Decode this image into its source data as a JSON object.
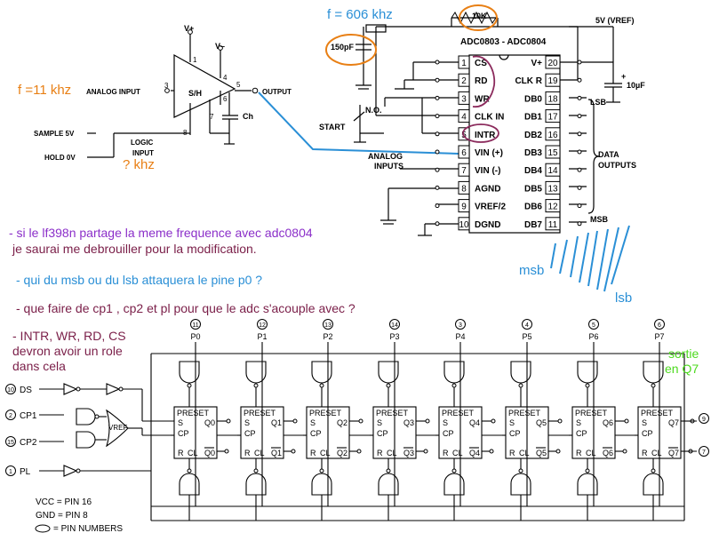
{
  "annotations": {
    "adc_freq": "f = 606 khz",
    "sh_freq": "f =11 khz",
    "logic_freq": "? khz",
    "question1_line1": "- si le lf398n partage la meme frequence avec adc0804",
    "question1_line2": "je saurai me debrouiller pour la modification.",
    "question2": "- qui du msb ou du lsb attaquera le pine p0 ?",
    "question3": "- que faire de cp1 , cp2 et pl pour que le adc s'acouple avec ?",
    "question4_line1": "- INTR, WR, RD, CS",
    "question4_line2": "devron avoir un role",
    "question4_line3": "dans cela",
    "msb_note": "msb",
    "lsb_note": "lsb",
    "sortie_line1": "sortie",
    "sortie_line2": "en Q7"
  },
  "colors": {
    "orange": "#e87f14",
    "blue": "#2a8fd6",
    "purple": "#7a1e48",
    "green": "#4cd91e",
    "wire": "#000000",
    "circle_purple": "#8b2a5c"
  },
  "sample_hold": {
    "chip_label": "S/H",
    "vplus": "V+",
    "vminus": "V–",
    "pin1": "1",
    "pin2": "3",
    "pin3": "4",
    "pin4": "5",
    "pin5": "6",
    "pin6": "7",
    "pin7": "8",
    "input_label": "ANALOG INPUT",
    "output_label": "OUTPUT",
    "cap_label": "Ch",
    "sample_label": "SAMPLE 5V",
    "hold_label": "HOLD 0V",
    "logic_line1": "LOGIC",
    "logic_line2": "INPUT"
  },
  "adc": {
    "title": "ADC0803 - ADC0804",
    "resistor": "10K",
    "capacitor": "150pF",
    "vref": "5V (VREF)",
    "cap10": "10µF",
    "start": "START",
    "no": "N.O.",
    "analog_inputs_1": "ANALOG",
    "analog_inputs_2": "INPUTS",
    "lsb": "LSB",
    "msb": "MSB",
    "data_outputs_1": "DATA",
    "data_outputs_2": "OUTPUTS",
    "left_pins": [
      {
        "num": "1",
        "name": "CS"
      },
      {
        "num": "2",
        "name": "RD"
      },
      {
        "num": "3",
        "name": "WR"
      },
      {
        "num": "4",
        "name": "CLK IN"
      },
      {
        "num": "5",
        "name": "INTR"
      },
      {
        "num": "6",
        "name": "VIN (+)"
      },
      {
        "num": "7",
        "name": "VIN (-)"
      },
      {
        "num": "8",
        "name": "AGND"
      },
      {
        "num": "9",
        "name": "VREF/2"
      },
      {
        "num": "10",
        "name": "DGND"
      }
    ],
    "right_pins": [
      {
        "num": "20",
        "name": "V+"
      },
      {
        "num": "19",
        "name": "CLK R"
      },
      {
        "num": "18",
        "name": "DB0"
      },
      {
        "num": "17",
        "name": "DB1"
      },
      {
        "num": "16",
        "name": "DB2"
      },
      {
        "num": "15",
        "name": "DB3"
      },
      {
        "num": "14",
        "name": "DB4"
      },
      {
        "num": "13",
        "name": "DB5"
      },
      {
        "num": "12",
        "name": "DB6"
      },
      {
        "num": "11",
        "name": "DB7"
      }
    ]
  },
  "shift_register": {
    "parallel_inputs": [
      {
        "pin": "11",
        "label": "P0"
      },
      {
        "pin": "12",
        "label": "P1"
      },
      {
        "pin": "13",
        "label": "P2"
      },
      {
        "pin": "14",
        "label": "P3"
      },
      {
        "pin": "3",
        "label": "P4"
      },
      {
        "pin": "4",
        "label": "P5"
      },
      {
        "pin": "5",
        "label": "P6"
      },
      {
        "pin": "6",
        "label": "P7"
      }
    ],
    "ff_outputs": [
      "Q0",
      "Q1",
      "Q2",
      "Q3",
      "Q4",
      "Q5",
      "Q6",
      "Q7"
    ],
    "preset": "PRESET",
    "s": "S",
    "cp": "CP",
    "r": "R",
    "cl": "CL",
    "inputs": [
      {
        "pin": "10",
        "label": "DS"
      },
      {
        "pin": "2",
        "label": "CP1"
      },
      {
        "pin": "15",
        "label": "CP2"
      },
      {
        "pin": "1",
        "label": "PL"
      }
    ],
    "out_pin_q7": "9",
    "out_pin_q7b": "7",
    "vcc": "VCC = PIN 16",
    "gnd": "GND = PIN 8",
    "pin_numbers": "= PIN NUMBERS",
    "vref": "VREF"
  }
}
